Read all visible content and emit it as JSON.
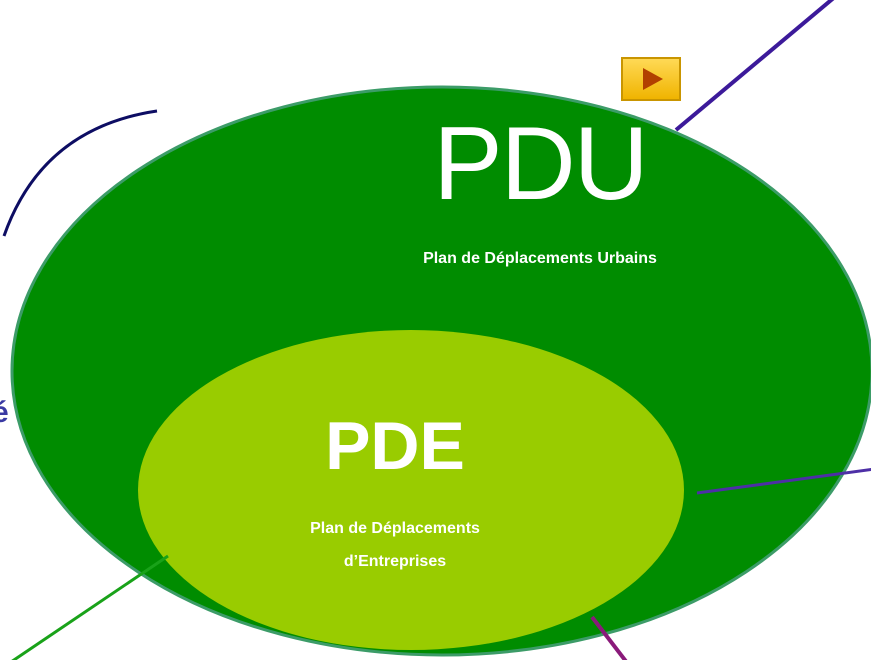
{
  "pdu": {
    "title": "PDU",
    "subtitle": "Plan de Déplacements Urbains"
  },
  "pde": {
    "title": "PDE",
    "subtitle_line1": "Plan de Déplacements",
    "subtitle_line2": "d’Entreprises"
  },
  "edge_text": {
    "cut_letter": "é"
  },
  "controls": {
    "play_icon": "play-icon"
  },
  "colors": {
    "pdu_fill": "#008c00",
    "pdu_stroke": "#3c9c68",
    "pde_fill": "#99cc00",
    "connector_navy": "#0d0d63",
    "connector_purple": "#3c1a9a",
    "connector_blue": "#4d2fa6",
    "connector_green": "#19a219",
    "connector_magenta": "#8a1a7a",
    "play_button": "#ffcc00"
  }
}
